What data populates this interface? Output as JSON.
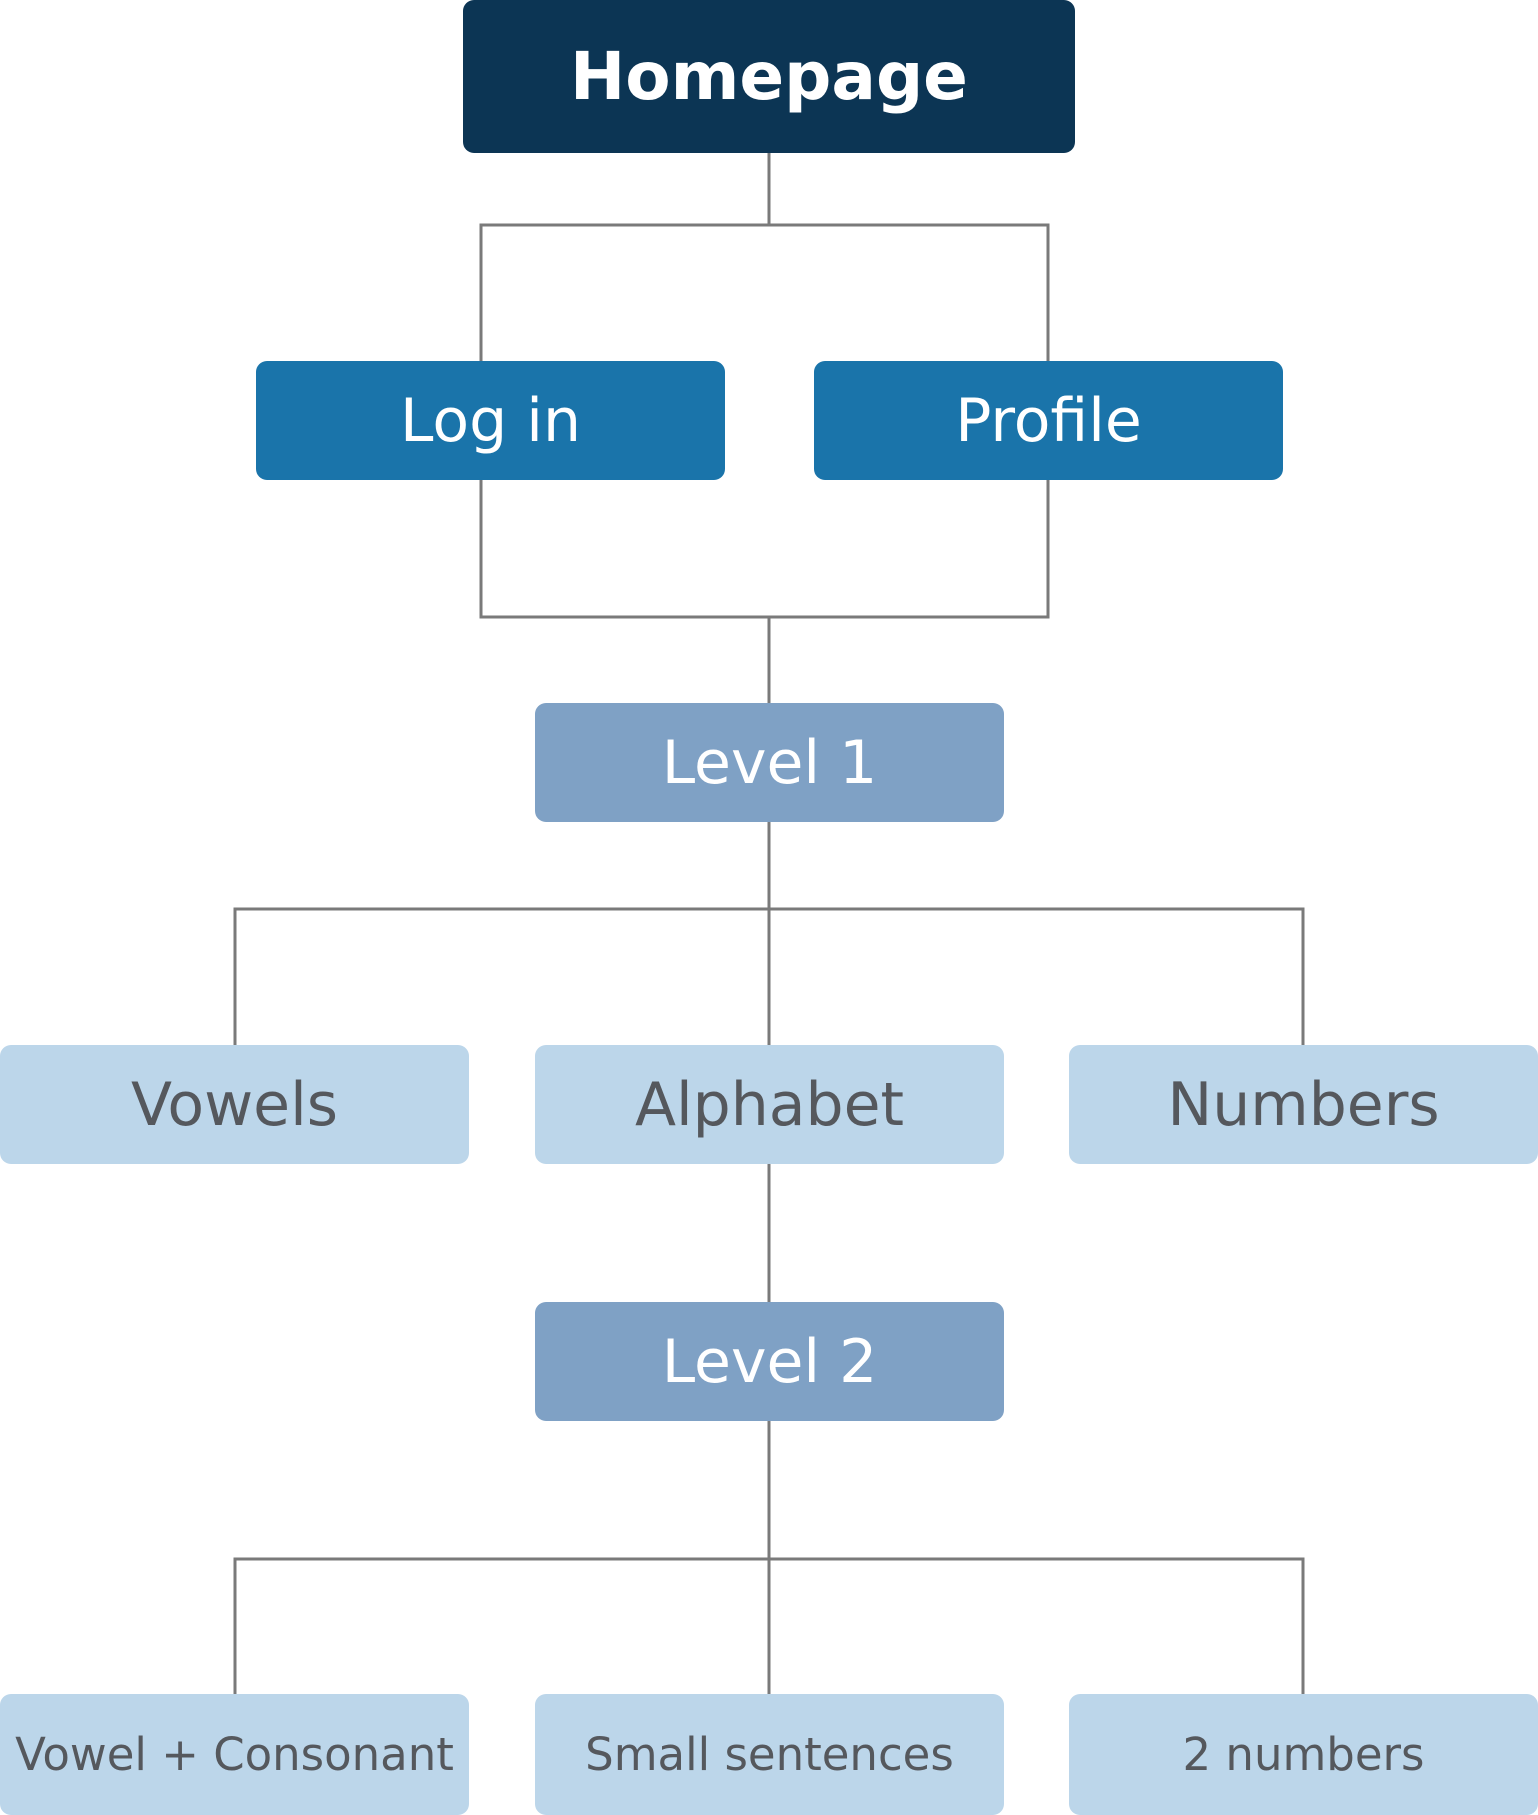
{
  "diagram": {
    "root": {
      "label": "Homepage"
    },
    "auth": [
      {
        "label": "Log in"
      },
      {
        "label": "Profile"
      }
    ],
    "level1": {
      "label": "Level 1",
      "topics": [
        {
          "label": "Vowels"
        },
        {
          "label": "Alphabet"
        },
        {
          "label": "Numbers"
        }
      ]
    },
    "level2": {
      "label": "Level 2",
      "topics": [
        {
          "label": "Vowel + Consonant"
        },
        {
          "label": "Small sentences"
        },
        {
          "label": "2 numbers"
        }
      ]
    },
    "colors": {
      "root": "#0c3554",
      "nav": "#1a74aa",
      "level": "#7fa1c5",
      "topic": "#bcd6ea",
      "topic_text": "#55585d",
      "connector": "#7a7a7a"
    }
  }
}
